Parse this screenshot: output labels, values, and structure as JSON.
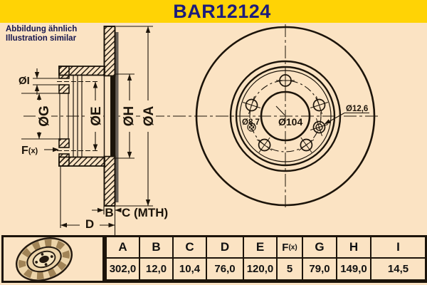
{
  "colors": {
    "accent_yellow": "#ffd305",
    "navy_text": "#1c1c7c",
    "background_beige": "#fbe3c3",
    "line_color": "#1c140a"
  },
  "header": {
    "title": "BAR12124"
  },
  "note": {
    "line1": "Abbildung ähnlich",
    "line2": "Illustration similar"
  },
  "section_view": {
    "labels": {
      "dia_i": "ØI",
      "dia_g": "ØG",
      "dia_e": "ØE",
      "dia_h": "ØH",
      "dia_a": "ØA",
      "f_main": "F",
      "f_sub": "(x)",
      "b": "B",
      "c_mth": "C (MTH)",
      "d": "D"
    }
  },
  "front_view": {
    "labels": {
      "small_hole": "Ø8,7",
      "center_dia": "Ø104",
      "bolt_hole": "Ø12,6"
    }
  },
  "thumbnail": {
    "icon": "brake-disc-icon"
  },
  "table": {
    "columns": [
      {
        "label": "A",
        "value": "302,0"
      },
      {
        "label": "B",
        "value": "12,0"
      },
      {
        "label": "C",
        "value": "10,4"
      },
      {
        "label": "D",
        "value": "76,0"
      },
      {
        "label": "E",
        "value": "120,0"
      },
      {
        "label": "F(x)",
        "label_main": "F",
        "label_sub": "(x)",
        "value": "5"
      },
      {
        "label": "G",
        "value": "79,0"
      },
      {
        "label": "H",
        "value": "149,0"
      },
      {
        "label": "I",
        "value": "14,5"
      }
    ]
  }
}
